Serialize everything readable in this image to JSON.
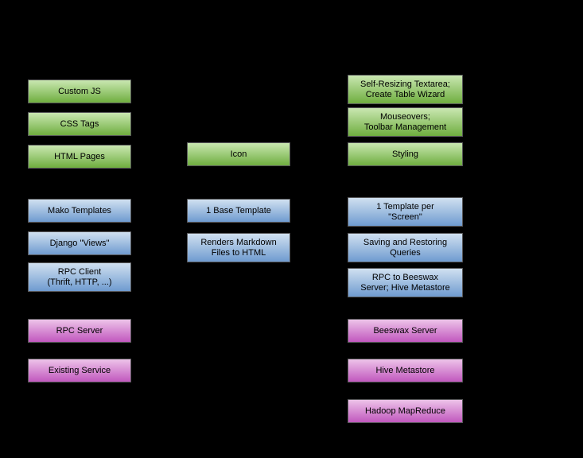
{
  "colors": {
    "background": "#000000",
    "text": "#000000",
    "green_top": "#c9e7b1",
    "green_bottom": "#6fae3f",
    "blue_top": "#d0e0f0",
    "blue_bottom": "#6f9bd0",
    "magenta_top": "#edc3e9",
    "magenta_bottom": "#c158be"
  },
  "boxes": [
    {
      "id": "custom-js",
      "color": "green",
      "label": "Custom JS"
    },
    {
      "id": "css-tags",
      "color": "green",
      "label": "CSS Tags"
    },
    {
      "id": "html-pages",
      "color": "green",
      "label": "HTML Pages"
    },
    {
      "id": "mako-templates",
      "color": "blue",
      "label": "Mako Templates"
    },
    {
      "id": "django-views",
      "color": "blue",
      "label": "Django \"Views\""
    },
    {
      "id": "rpc-client",
      "color": "blue",
      "label": "RPC Client\n(Thrift, HTTP, ...)"
    },
    {
      "id": "rpc-server",
      "color": "magenta",
      "label": "RPC Server"
    },
    {
      "id": "existing-service",
      "color": "magenta",
      "label": "Existing Service"
    },
    {
      "id": "icon",
      "color": "green",
      "label": "Icon"
    },
    {
      "id": "base-template",
      "color": "blue",
      "label": "1 Base Template"
    },
    {
      "id": "renders-markdown",
      "color": "blue",
      "label": "Renders Markdown\nFiles to HTML"
    },
    {
      "id": "self-resizing",
      "color": "green",
      "label": "Self-Resizing Textarea;\nCreate Table Wizard"
    },
    {
      "id": "mouseovers",
      "color": "green",
      "label": "Mouseovers;\nToolbar Management"
    },
    {
      "id": "styling",
      "color": "green",
      "label": "Styling"
    },
    {
      "id": "template-per-screen",
      "color": "blue",
      "label": "1 Template per\n\"Screen\""
    },
    {
      "id": "saving-queries",
      "color": "blue",
      "label": "Saving and Restoring\nQueries"
    },
    {
      "id": "rpc-beeswax",
      "color": "blue",
      "label": "RPC to Beeswax\nServer; Hive Metastore"
    },
    {
      "id": "beeswax-server",
      "color": "magenta",
      "label": "Beeswax Server"
    },
    {
      "id": "hive-metastore",
      "color": "magenta",
      "label": "Hive Metastore"
    },
    {
      "id": "hadoop-mapreduce",
      "color": "magenta",
      "label": "Hadoop MapReduce"
    }
  ]
}
